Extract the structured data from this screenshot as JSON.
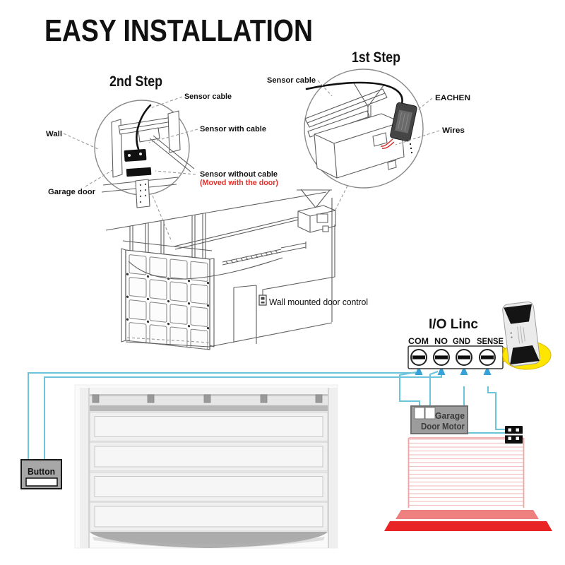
{
  "title": "EASY INSTALLATION",
  "step1": {
    "heading": "1st Step",
    "sensor_cable": "Sensor cable",
    "eachen": "EACHEN",
    "wires": "Wires"
  },
  "step2": {
    "heading": "2nd Step",
    "sensor_cable": "Sensor cable",
    "wall": "Wall",
    "sensor_with_cable": "Sensor with cable",
    "sensor_without_cable": "Sensor without cable",
    "moved_note": "(Moved with the door)",
    "garage_door": "Garage door"
  },
  "overview": {
    "wall_control": "Wall mounted door control"
  },
  "wiring": {
    "iolinc_title": "I/O Linc",
    "terminals": [
      "COM",
      "NO",
      "GND",
      "SENSE"
    ],
    "motor_line1": "Garage",
    "motor_line2": "Door Motor",
    "button": "Button"
  },
  "colors": {
    "wire_blue": "#6cc4da",
    "arrow_blue": "#35a3da",
    "note_red": "#e2312b",
    "laser_pink": "#f4c3c3",
    "laser_edge_pink": "#efa6a6",
    "floor_salmon": "#ef8080",
    "floor_red": "#e82424",
    "highlight_yellow": "#ffe600",
    "motor_gray": "#9c9c9c",
    "button_gray": "#a7a7a7"
  }
}
